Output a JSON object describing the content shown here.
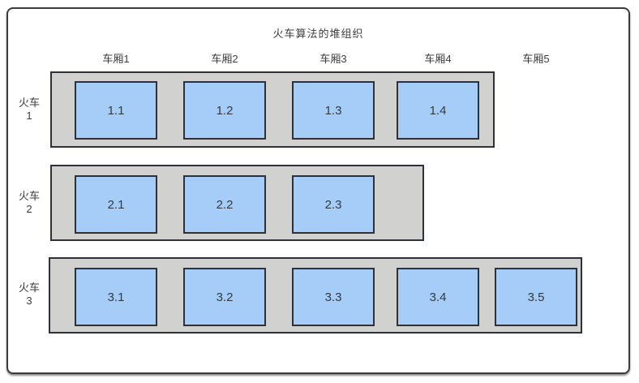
{
  "title": "火车算法的堆组织",
  "columns": [
    {
      "label": "车厢1"
    },
    {
      "label": "车厢2"
    },
    {
      "label": "车厢3"
    },
    {
      "label": "车厢4"
    },
    {
      "label": "车厢5"
    }
  ],
  "trains": [
    {
      "label_line1": "火车",
      "label_line2": "1",
      "cells": [
        "1.1",
        "1.2",
        "1.3",
        "1.4"
      ]
    },
    {
      "label_line1": "火车",
      "label_line2": "2",
      "cells": [
        "2.1",
        "2.2",
        "2.3"
      ]
    },
    {
      "label_line1": "火车",
      "label_line2": "3",
      "cells": [
        "3.1",
        "3.2",
        "3.3",
        "3.4",
        "3.5"
      ]
    }
  ],
  "colors": {
    "cell_fill": "#a5cdf8",
    "train_fill": "#d1d1d0",
    "line": "#2e3238",
    "frame_border": "#3a3c40",
    "text": "#3c3c3e"
  }
}
